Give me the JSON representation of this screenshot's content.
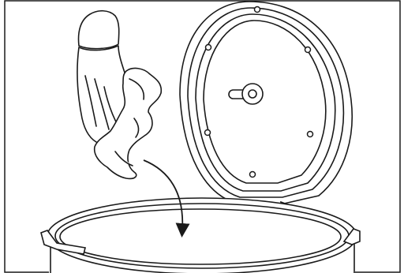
{
  "figure": {
    "stroke_color": "#1a1a1a",
    "background_color": "#ffffff",
    "components": [
      {
        "name": "gloved-hand-icon"
      },
      {
        "name": "cleaning-cloth-icon"
      },
      {
        "name": "downward-arrow"
      },
      {
        "name": "open-lid"
      },
      {
        "name": "lid-bolt-icon",
        "count": 6
      },
      {
        "name": "steam-valve-knob-icon"
      },
      {
        "name": "inner-pot"
      }
    ]
  }
}
